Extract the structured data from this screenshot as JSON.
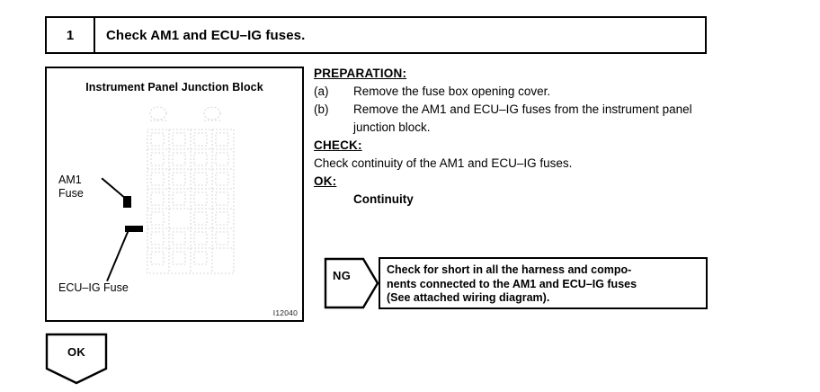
{
  "step": {
    "number": "1",
    "title": "Check AM1 and ECU–IG fuses."
  },
  "illustration": {
    "caption": "Instrument Panel Junction Block",
    "figure_code": "I12040",
    "labels": {
      "am1_fuse": "AM1\nFuse",
      "ecu_ig_fuse": "ECU–IG Fuse"
    }
  },
  "procedure": {
    "preparation_heading": "PREPARATION:",
    "steps": [
      {
        "marker": "(a)",
        "text": "Remove the fuse box opening cover."
      },
      {
        "marker": "(b)",
        "text": "Remove the AM1 and ECU–IG fuses from the instrument panel junction block."
      }
    ],
    "check_heading": "CHECK:",
    "check_text": "Check continuity of the AM1 and ECU–IG fuses.",
    "ok_heading": "OK:",
    "ok_result": "Continuity"
  },
  "ng_branch": {
    "flag_label": "NG",
    "message": "Check for short in all the harness and compo-\nnents connected to the AM1 and ECU–IG fuses\n(See attached wiring diagram)."
  },
  "ok_branch": {
    "flag_label": "OK"
  },
  "colors": {
    "ink": "#000000",
    "background": "#ffffff"
  }
}
